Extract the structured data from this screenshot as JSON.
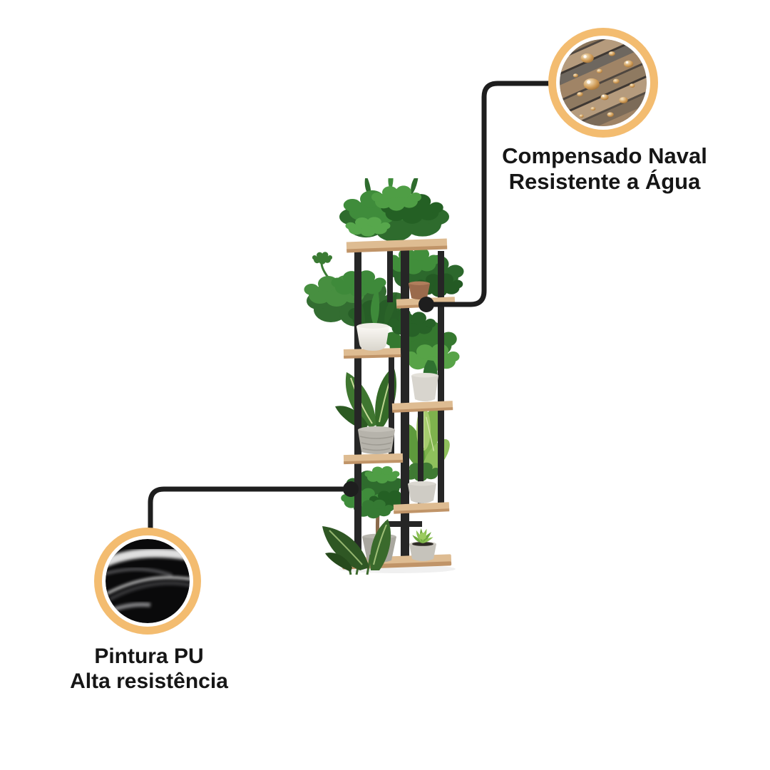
{
  "page": {
    "background": "#ffffff",
    "kind": "product-feature-infographic"
  },
  "style": {
    "accent_ring_color": "#F3BC70",
    "connector_color": "#1E1E1E",
    "text_color": "#161616",
    "wood_shelf_color": "#DEBC92",
    "frame_color": "#262626"
  },
  "callouts": [
    {
      "id": "compensado-naval",
      "lines": [
        "Compensado Naval",
        "Resistente a Água"
      ],
      "thumbnail": "wood-with-water-droplets-photo",
      "position": "top-right"
    },
    {
      "id": "pintura-pu",
      "lines": [
        "Pintura PU",
        "Alta resistência"
      ],
      "thumbnail": "black-glossy-paint-photo",
      "position": "bottom-left"
    }
  ],
  "illustration": "multi-tier-plant-stand-with-potted-plants"
}
